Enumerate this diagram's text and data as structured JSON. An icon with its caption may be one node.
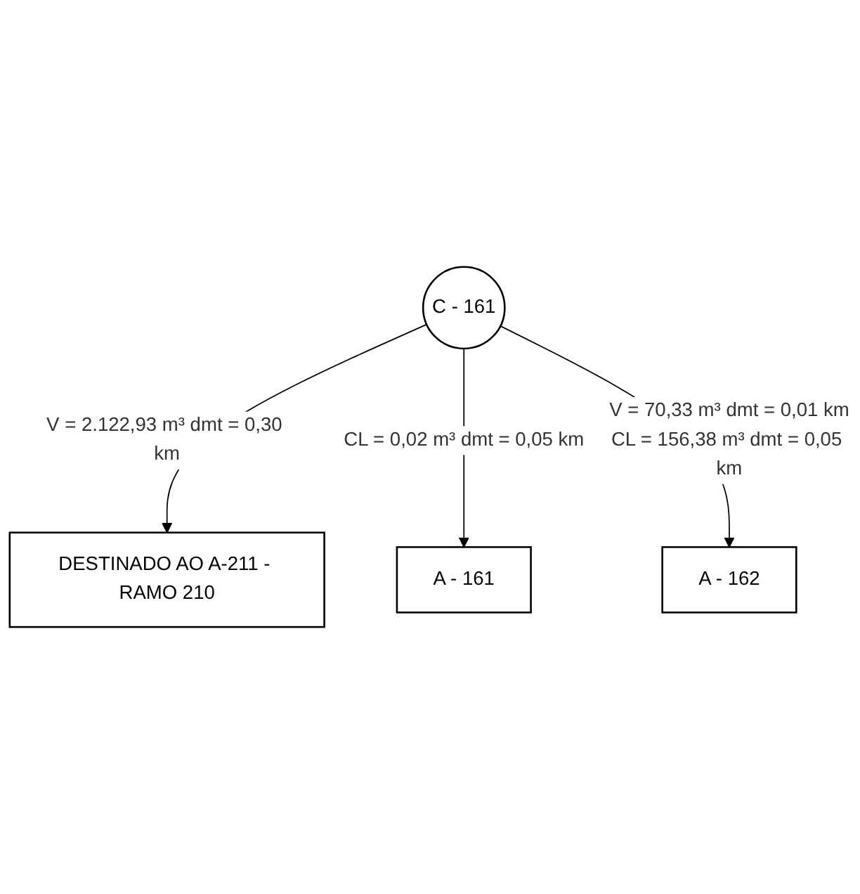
{
  "diagram": {
    "nodes": [
      {
        "text": [
          "C - 161"
        ]
      },
      {
        "text": [
          "DESTINADO AO A-211 - RAMO 210"
        ]
      },
      {
        "text": [
          "A - 161"
        ]
      },
      {
        "text": [
          "A - 162"
        ]
      }
    ],
    "edges": [
      {
        "from": 0,
        "to": 1,
        "arrow": "to",
        "label": "V = 2.122,93 m³ dmt = 0,30 km"
      },
      {
        "from": 0,
        "to": 2,
        "arrow": "to",
        "label": "CL = 0,02 m³ dmt = 0,05 km"
      },
      {
        "from": 0,
        "to": 3,
        "arrow": "to",
        "label": [
          "V = 70,33 m³ dmt = 0,01 km",
          "CL = 156,38 m³ dmt = 0,05 km"
        ]
      }
    ]
  }
}
